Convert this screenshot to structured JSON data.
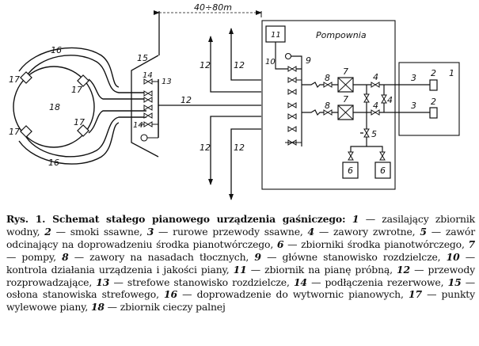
{
  "diagram": {
    "distance_label": "40÷80m",
    "pump_room_label": "Pompownia",
    "labels": {
      "n1": "1",
      "n2": "2",
      "n3": "3",
      "n4": "4",
      "n5": "5",
      "n6": "6",
      "n7": "7",
      "n8": "8",
      "n9": "9",
      "n10": "10",
      "n11": "11",
      "n12": "12",
      "n13": "13",
      "n14": "14",
      "n15": "15",
      "n16": "16",
      "n17": "17",
      "n18": "18"
    }
  },
  "caption": {
    "title": "Rys. 1. Schemat stałego pianowego urządzenia gaśniczego:",
    "items": [
      {
        "num": "1",
        "text": "zasilający zbiornik wodny"
      },
      {
        "num": "2",
        "text": "smoki ssawne"
      },
      {
        "num": "3",
        "text": "rurowe przewody ssawne"
      },
      {
        "num": "4",
        "text": "zawory zwrotne"
      },
      {
        "num": "5",
        "text": "zawór odcinający na doprowadzeniu środka pianotwórczego"
      },
      {
        "num": "6",
        "text": "zbiorniki środka pianotwórczego"
      },
      {
        "num": "7",
        "text": "pompy"
      },
      {
        "num": "8",
        "text": "zawory na nasadach tłocznych"
      },
      {
        "num": "9",
        "text": "główne stanowisko rozdzielcze"
      },
      {
        "num": "10",
        "text": "kontrola działania urządzenia i jakości piany"
      },
      {
        "num": "11",
        "text": "zbiornik na pianę próbną"
      },
      {
        "num": "12",
        "text": "przewody rozprowadzające"
      },
      {
        "num": "13",
        "text": "strefowe stanowisko rozdzielcze"
      },
      {
        "num": "14",
        "text": "podłączenia rezerwowe"
      },
      {
        "num": "15",
        "text": "osłona stanowiska strefowego"
      },
      {
        "num": "16",
        "text": "doprowadzenie do wytwornic pianowych"
      },
      {
        "num": "17",
        "text": "punkty wylewowe piany"
      },
      {
        "num": "18",
        "text": "zbiornik cieczy palnej"
      }
    ]
  }
}
